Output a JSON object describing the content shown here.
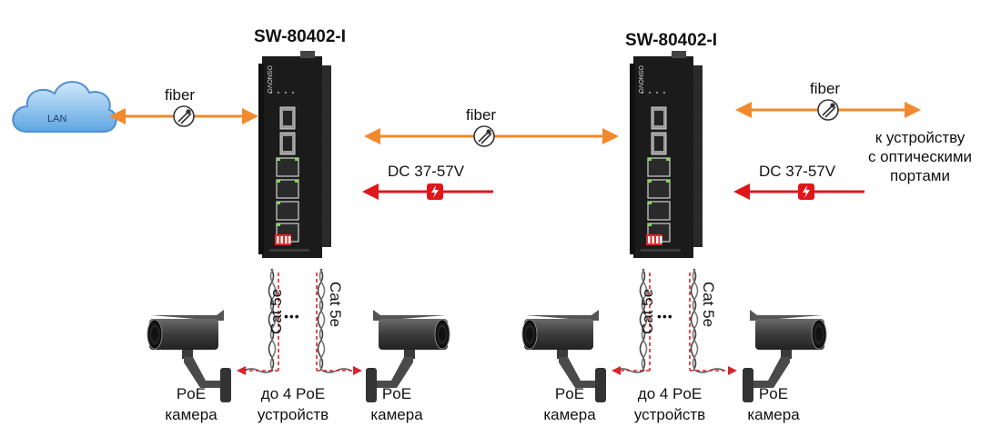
{
  "switches": [
    {
      "model": "SW-80402-I",
      "brand": "OSNOVO",
      "dc_label": "DC 37-57V"
    },
    {
      "model": "SW-80402-I",
      "brand": "OSNOVO",
      "dc_label": "DC 37-57V"
    }
  ],
  "lan_label": "LAN",
  "fiber_label": "fiber",
  "target_device": [
    "к устройству",
    "с оптическими",
    "портами"
  ],
  "cable_label": "Cat 5e",
  "ellipsis": "•••",
  "camera_label": [
    "PoE",
    "камера"
  ],
  "devices_label": [
    "до 4 PoE",
    "устройств"
  ],
  "colors": {
    "fiber_arrow": "#f08a2c",
    "power_arrow": "#e0161b",
    "utp_dash": "#d9242a",
    "switch_body": "#1b1b1b"
  }
}
